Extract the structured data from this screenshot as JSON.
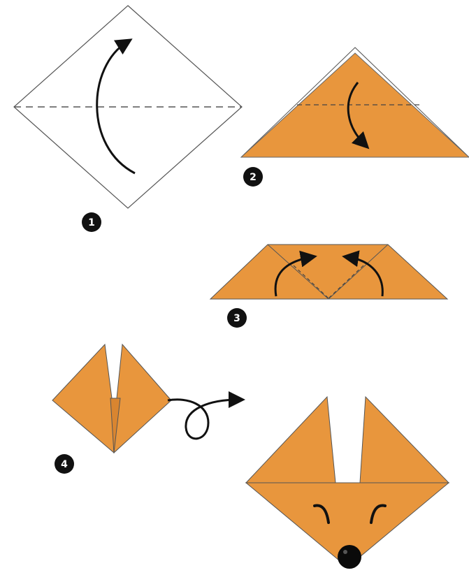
{
  "colors": {
    "paper": "#e8963d",
    "outline": "#444444",
    "fold_line": "#555555",
    "arrow": "#111111",
    "badge": "#111111",
    "badge_text": "#ffffff",
    "nose": "#0a0a0a"
  },
  "steps": [
    {
      "number": "1"
    },
    {
      "number": "2"
    },
    {
      "number": "3"
    },
    {
      "number": "4"
    }
  ],
  "icons": [
    "fold-up-arrow",
    "fold-down-arrow",
    "fold-in-arrow",
    "flip-over-arrow"
  ]
}
